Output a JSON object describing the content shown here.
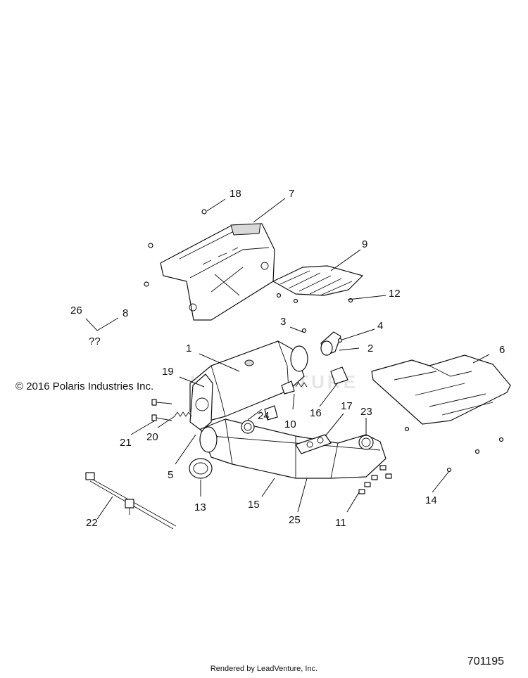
{
  "callouts": {
    "c1": "1",
    "c2": "2",
    "c3": "3",
    "c4": "4",
    "c5": "5",
    "c6": "6",
    "c7": "7",
    "c8": "8",
    "c9": "9",
    "c10": "10",
    "c11": "11",
    "c12": "12",
    "c13": "13",
    "c14": "14",
    "c15": "15",
    "c16": "16",
    "c17": "17",
    "c18": "18",
    "c19": "19",
    "c20": "20",
    "c21": "21",
    "c22": "22",
    "c23": "23",
    "c24": "24",
    "c25": "25",
    "c26": "26",
    "unknown": "??"
  },
  "copyright": "© 2016 Polaris Industries Inc.",
  "watermark": "LEADVENTURE",
  "rendered_by": "Rendered by LeadVenture, Inc.",
  "diagram_id": "701195"
}
